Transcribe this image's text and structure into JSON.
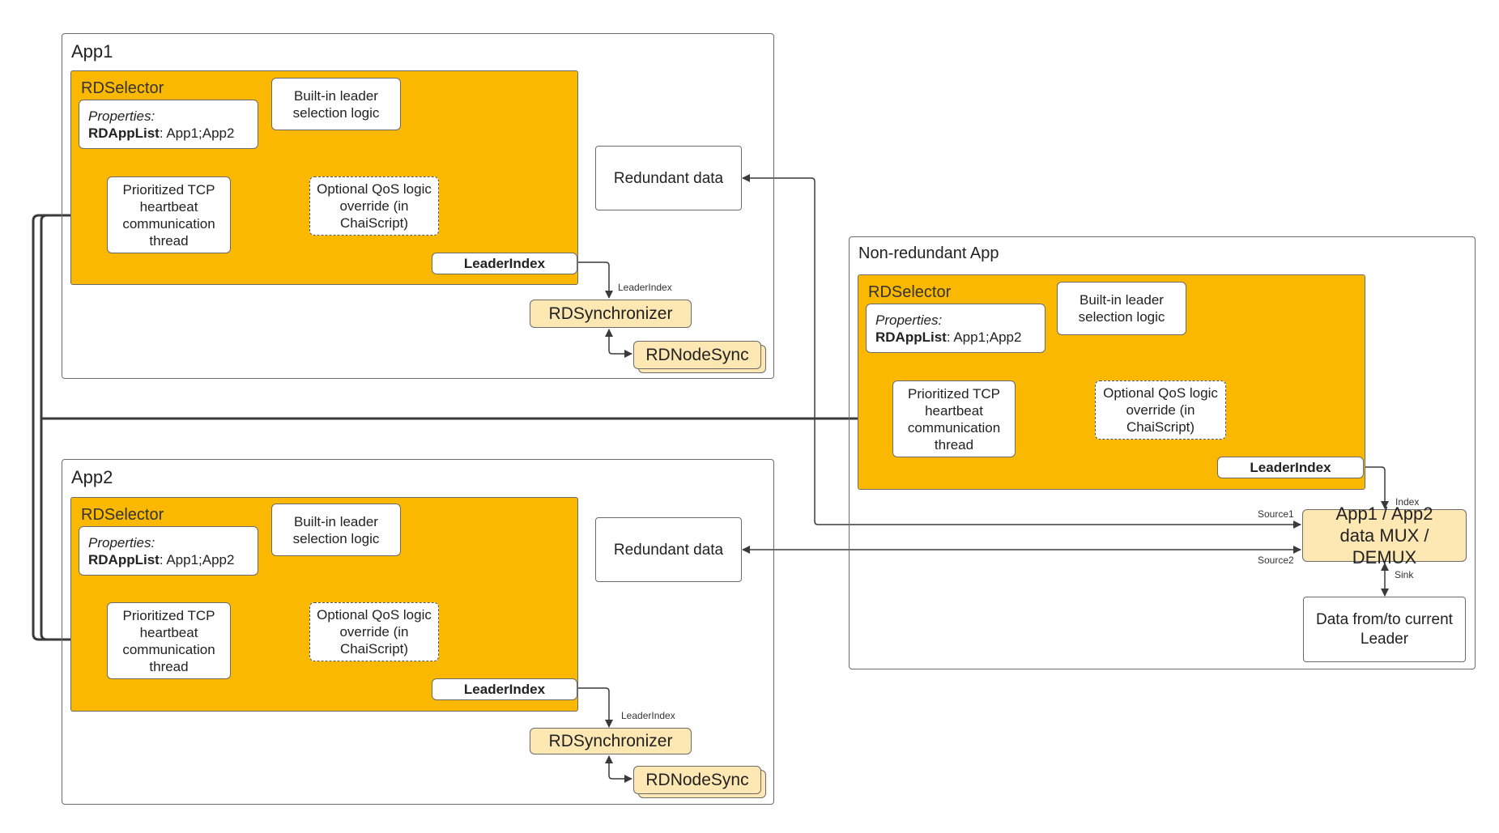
{
  "app1": {
    "title": "App1",
    "selector": {
      "title": "RDSelector",
      "props_title": "Properties:",
      "props_key": "RDAppList",
      "props_value": ": App1;App2",
      "builtin": "Built-in leader selection logic",
      "qos": "Optional QoS logic override (in ChaiScript)",
      "tcp": "Prioritized TCP heartbeat communication thread",
      "leader_index": "LeaderIndex"
    },
    "leader_index_label": "LeaderIndex",
    "synchronizer": "RDSynchronizer",
    "node_sync": "RDNodeSync",
    "redundant_data": "Redundant data"
  },
  "app2": {
    "title": "App2",
    "selector": {
      "title": "RDSelector",
      "props_title": "Properties:",
      "props_key": "RDAppList",
      "props_value": ": App1;App2",
      "builtin": "Built-in leader selection logic",
      "qos": "Optional QoS logic override (in ChaiScript)",
      "tcp": "Prioritized TCP heartbeat communication thread",
      "leader_index": "LeaderIndex"
    },
    "leader_index_label": "LeaderIndex",
    "synchronizer": "RDSynchronizer",
    "node_sync": "RDNodeSync",
    "redundant_data": "Redundant data"
  },
  "nonredundant": {
    "title": "Non-redundant App",
    "selector": {
      "title": "RDSelector",
      "props_title": "Properties:",
      "props_key": "RDAppList",
      "props_value": ": App1;App2",
      "builtin": "Built-in leader selection logic",
      "qos": "Optional QoS logic override (in ChaiScript)",
      "tcp": "Prioritized TCP heartbeat communication thread",
      "leader_index": "LeaderIndex"
    },
    "index_label": "Index",
    "mux": "App1 / App2 data MUX / DEMUX",
    "source1": "Source1",
    "source2": "Source2",
    "sink": "Sink",
    "data_leader": "Data from/to current Leader"
  },
  "colors": {
    "selector_fill": "#fbb800",
    "sync_fill": "#fde7b3",
    "line": "#3a3a3a"
  }
}
